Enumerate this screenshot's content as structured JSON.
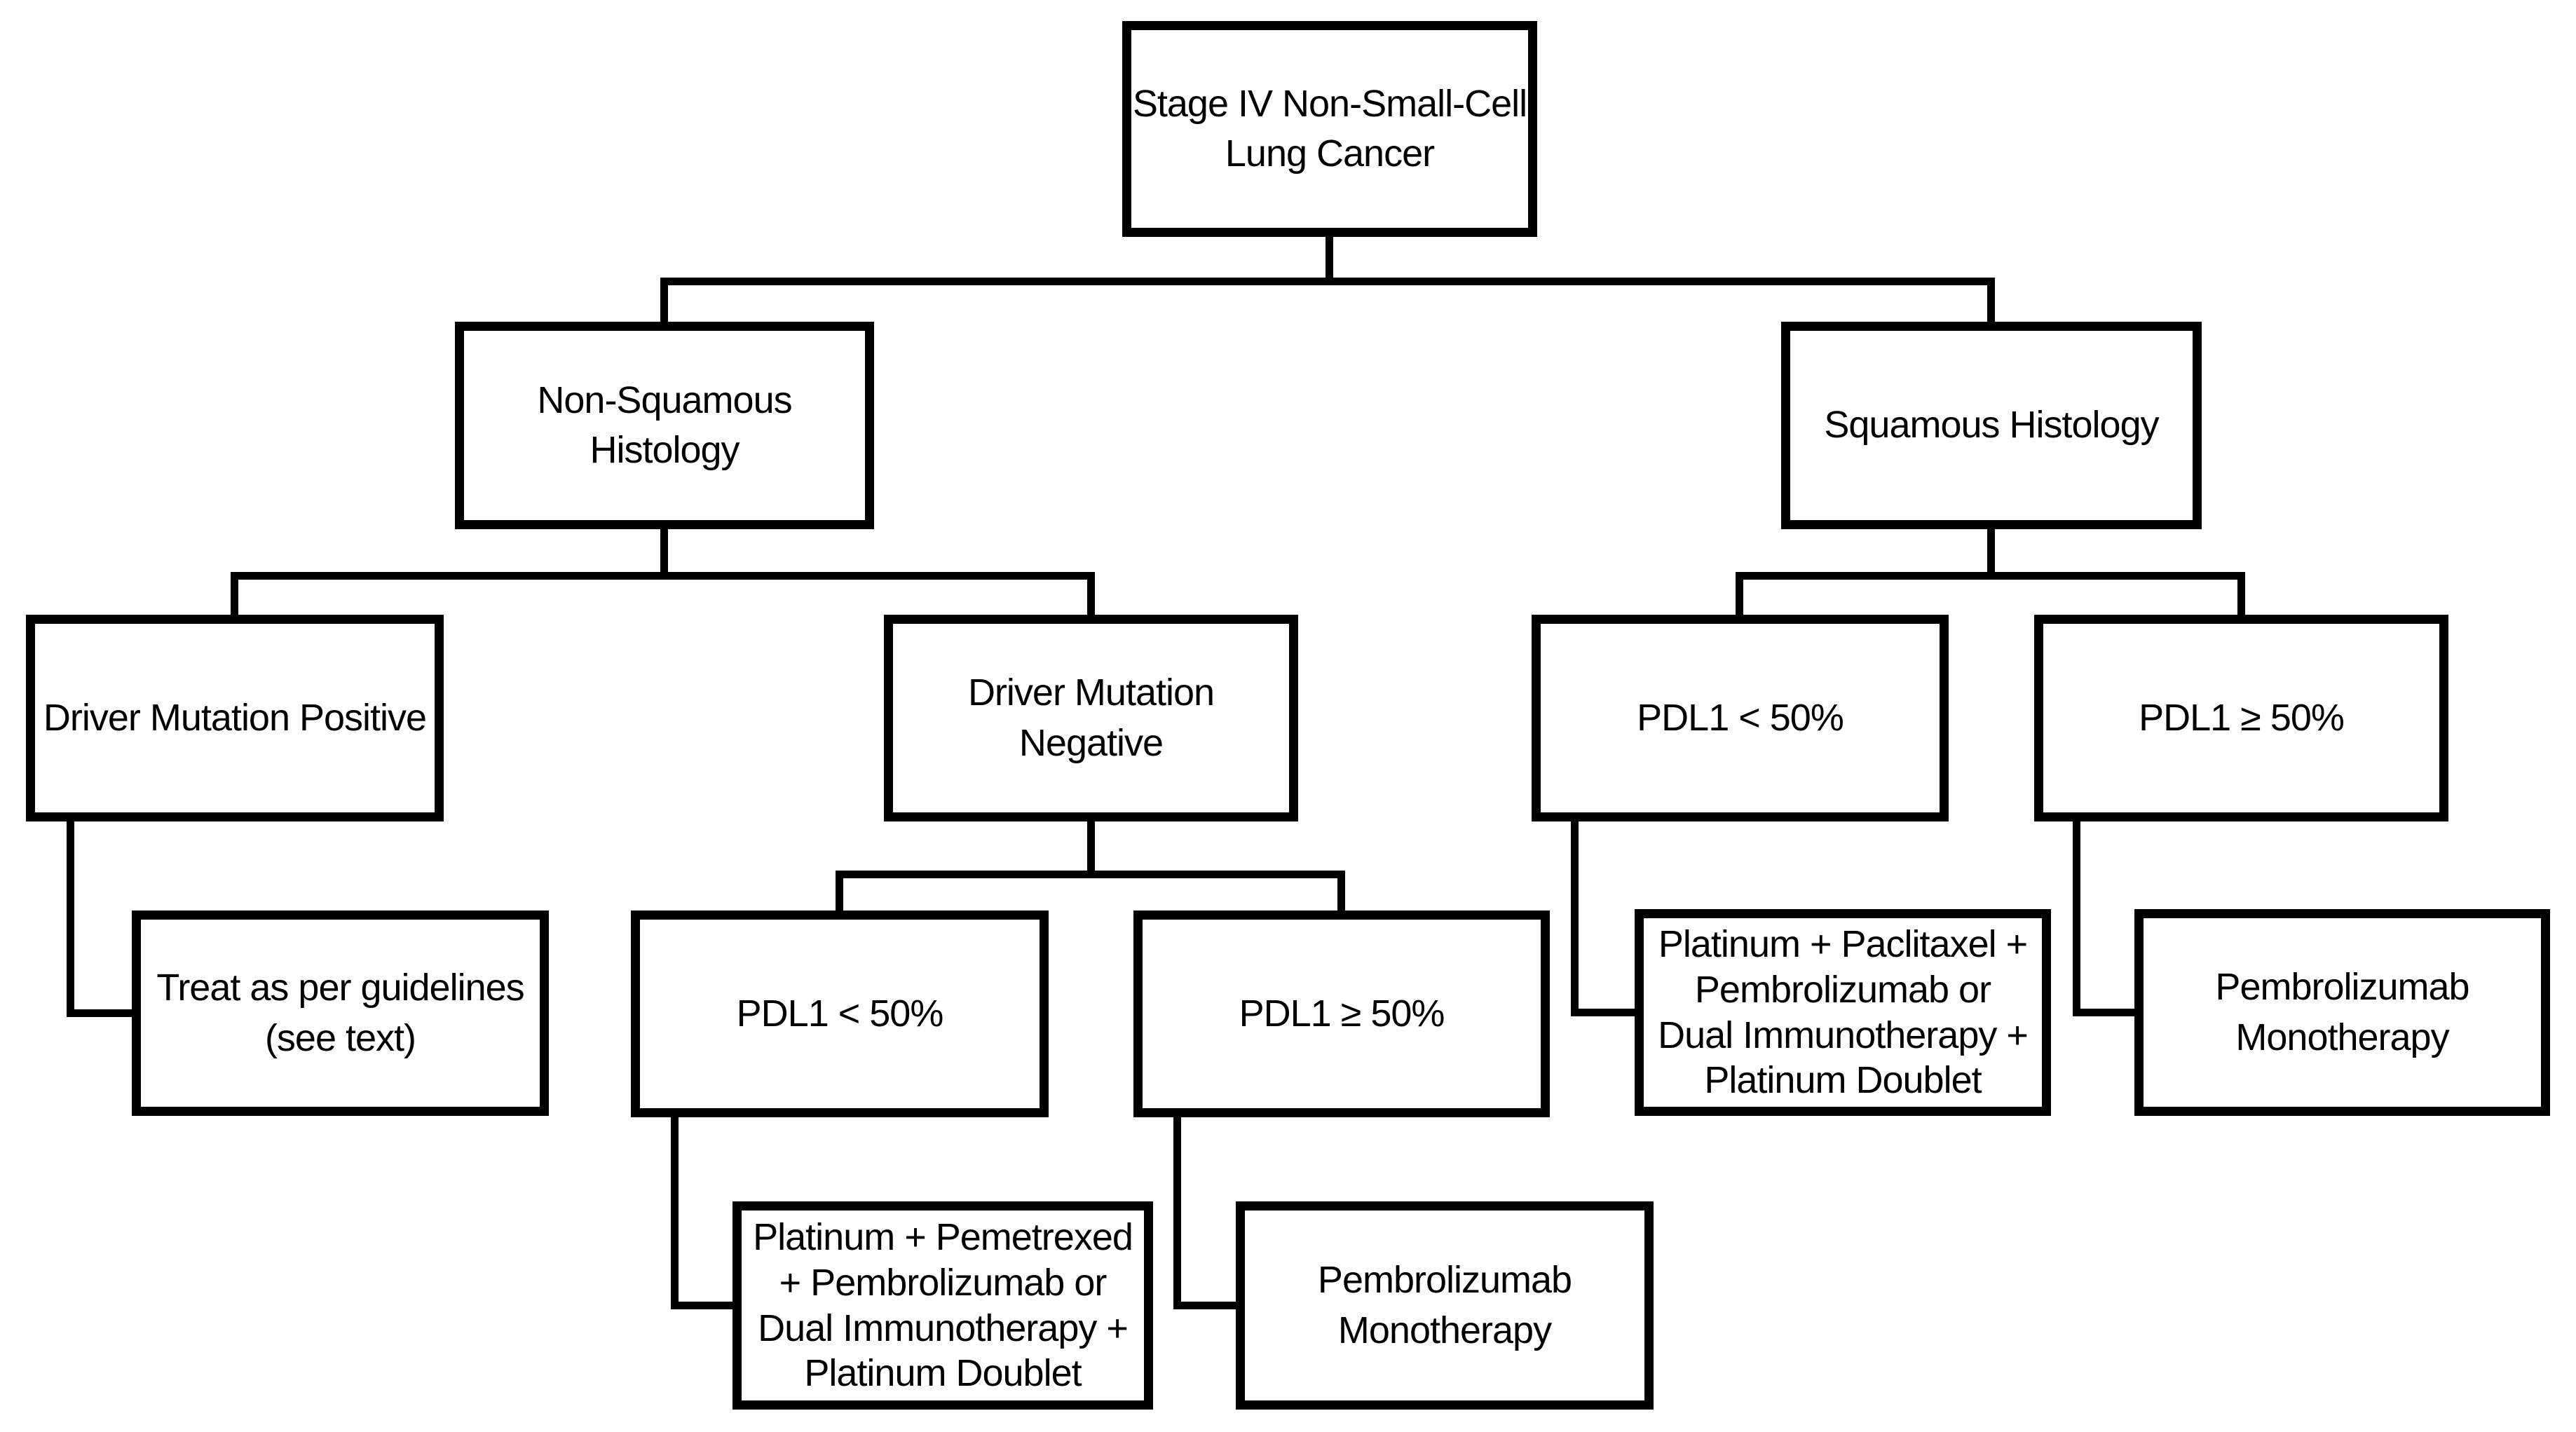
{
  "diagram": {
    "background_color": "#ffffff",
    "line_color": "#000000",
    "text_color": "#000000"
  },
  "nodes": {
    "root": {
      "label": "Stage IV Non-Small-Cell\nLung Cancer"
    },
    "non_squamous": {
      "label": "Non-Squamous\nHistology"
    },
    "squamous": {
      "label": "Squamous Histology"
    },
    "driver_mutation_positive": {
      "label": "Driver Mutation Positive"
    },
    "driver_mutation_negative": {
      "label": "Driver Mutation\nNegative"
    },
    "treat_per_guidelines": {
      "label": "Treat as per guidelines\n(see text)"
    },
    "nonsq_pdl1_under_50": {
      "label": "PDL1 < 50%"
    },
    "nonsq_pdl1_50_or_more": {
      "label": "PDL1 ≥ 50%"
    },
    "nonsq_pdl1_under_50_treatment": {
      "label": "Platinum + Pemetrexed\n+ Pembrolizumab or\nDual Immunotherapy +\nPlatinum Doublet"
    },
    "nonsq_pdl1_50_or_more_treatment": {
      "label": "Pembrolizumab\nMonotherapy"
    },
    "sq_pdl1_under_50": {
      "label": "PDL1 < 50%"
    },
    "sq_pdl1_50_or_more": {
      "label": "PDL1 ≥ 50%"
    },
    "sq_pdl1_under_50_treatment": {
      "label": "Platinum + Paclitaxel +\nPembrolizumab or\nDual Immunotherapy +\nPlatinum Doublet"
    },
    "sq_pdl1_50_or_more_treatment": {
      "label": "Pembrolizumab\nMonotherapy"
    }
  },
  "edges": [
    {
      "from": "root",
      "to": "non_squamous"
    },
    {
      "from": "root",
      "to": "squamous"
    },
    {
      "from": "non_squamous",
      "to": "driver_mutation_positive"
    },
    {
      "from": "non_squamous",
      "to": "driver_mutation_negative"
    },
    {
      "from": "driver_mutation_positive",
      "to": "treat_per_guidelines"
    },
    {
      "from": "driver_mutation_negative",
      "to": "nonsq_pdl1_under_50"
    },
    {
      "from": "driver_mutation_negative",
      "to": "nonsq_pdl1_50_or_more"
    },
    {
      "from": "nonsq_pdl1_under_50",
      "to": "nonsq_pdl1_under_50_treatment"
    },
    {
      "from": "nonsq_pdl1_50_or_more",
      "to": "nonsq_pdl1_50_or_more_treatment"
    },
    {
      "from": "squamous",
      "to": "sq_pdl1_under_50"
    },
    {
      "from": "squamous",
      "to": "sq_pdl1_50_or_more"
    },
    {
      "from": "sq_pdl1_under_50",
      "to": "sq_pdl1_under_50_treatment"
    },
    {
      "from": "sq_pdl1_50_or_more",
      "to": "sq_pdl1_50_or_more_treatment"
    }
  ]
}
